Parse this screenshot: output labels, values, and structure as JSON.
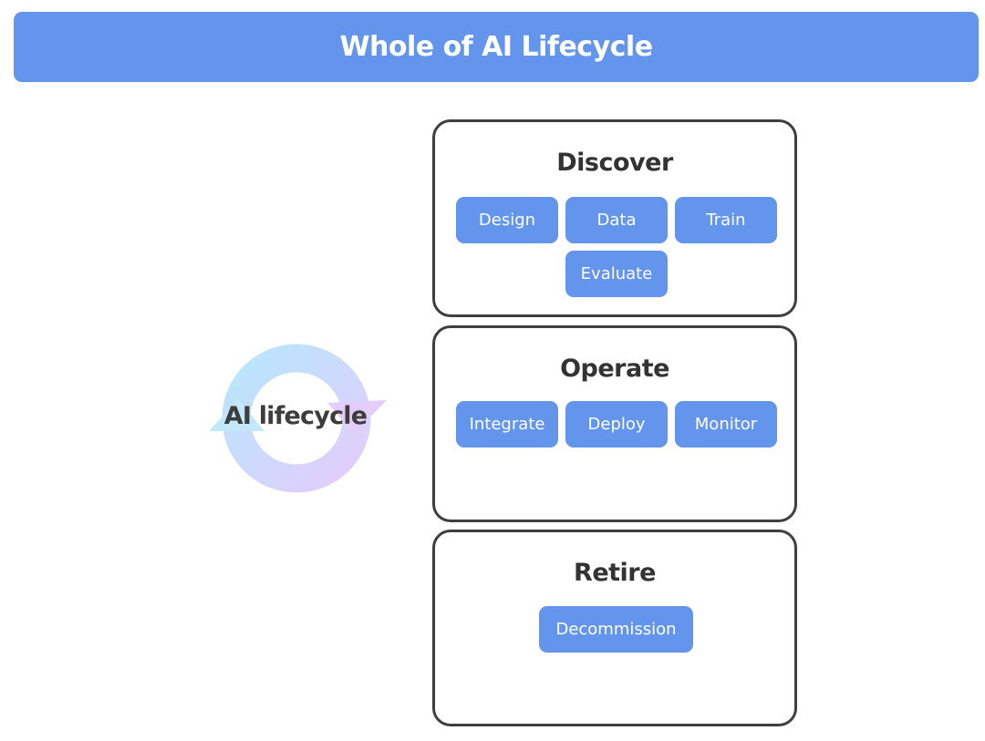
{
  "title": "Whole of AI Lifecycle",
  "cycle_label": "AI lifecycle",
  "stages": [
    {
      "title": "Discover",
      "items": [
        "Design",
        "Data",
        "Train",
        "Evaluate"
      ]
    },
    {
      "title": "Operate",
      "items": [
        "Integrate",
        "Deploy",
        "Monitor"
      ]
    },
    {
      "title": "Retire",
      "items": [
        "Decommission"
      ]
    }
  ],
  "colors": {
    "accent": "#6495ed",
    "border": "#3f3f3f",
    "heading_text": "#333333",
    "cycle_start": "#b8e6fb",
    "cycle_end": "#e3cdfb"
  },
  "icons": {
    "cycle": "circular-arrows-icon"
  }
}
